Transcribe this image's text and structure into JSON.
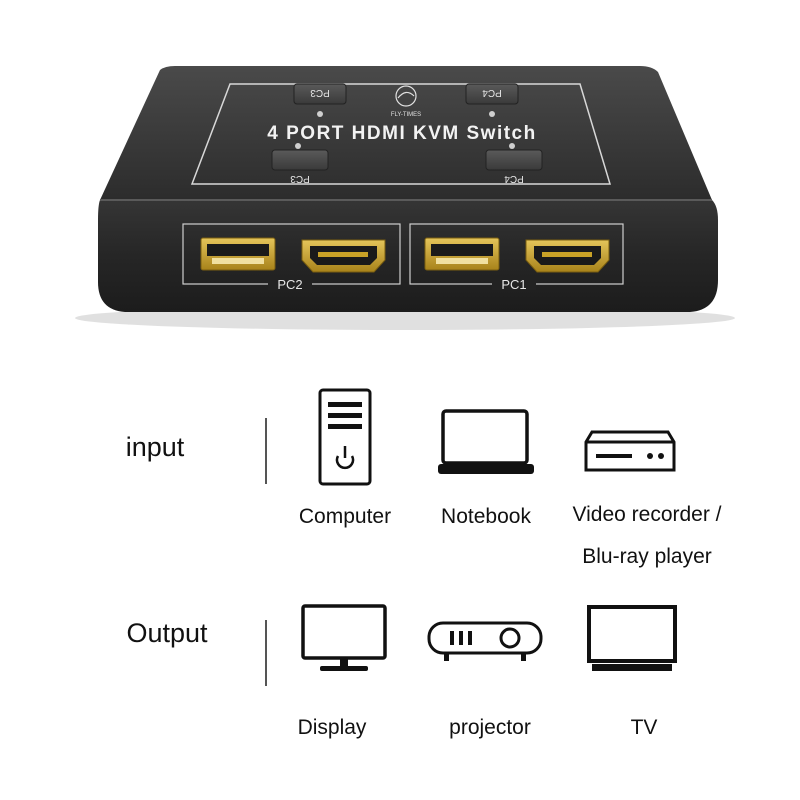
{
  "device": {
    "title": "4 PORT HDMI KVM Switch",
    "brand": "FLY-TIMES",
    "buttons": {
      "top_left": "PC3",
      "top_right": "PC4",
      "bottom_left": "PC3",
      "bottom_right": "PC4"
    },
    "port_groups": {
      "left": "PC2",
      "right": "PC1"
    }
  },
  "input": {
    "label": "input",
    "items": {
      "computer": "Computer",
      "notebook": "Notebook",
      "recorder_line1": "Video recorder /",
      "recorder_line2": "Blu-ray player"
    }
  },
  "output": {
    "label": "Output",
    "items": {
      "display": "Display",
      "projector": "projector",
      "tv": "TV"
    }
  },
  "colors": {
    "device_body": "#3a3a3a",
    "device_face": "#2f2f2f",
    "port_gold": "#c9a227",
    "text": "#111111"
  },
  "icons": [
    "computer-tower-icon",
    "notebook-icon",
    "video-recorder-icon",
    "display-icon",
    "projector-icon",
    "tv-icon"
  ]
}
